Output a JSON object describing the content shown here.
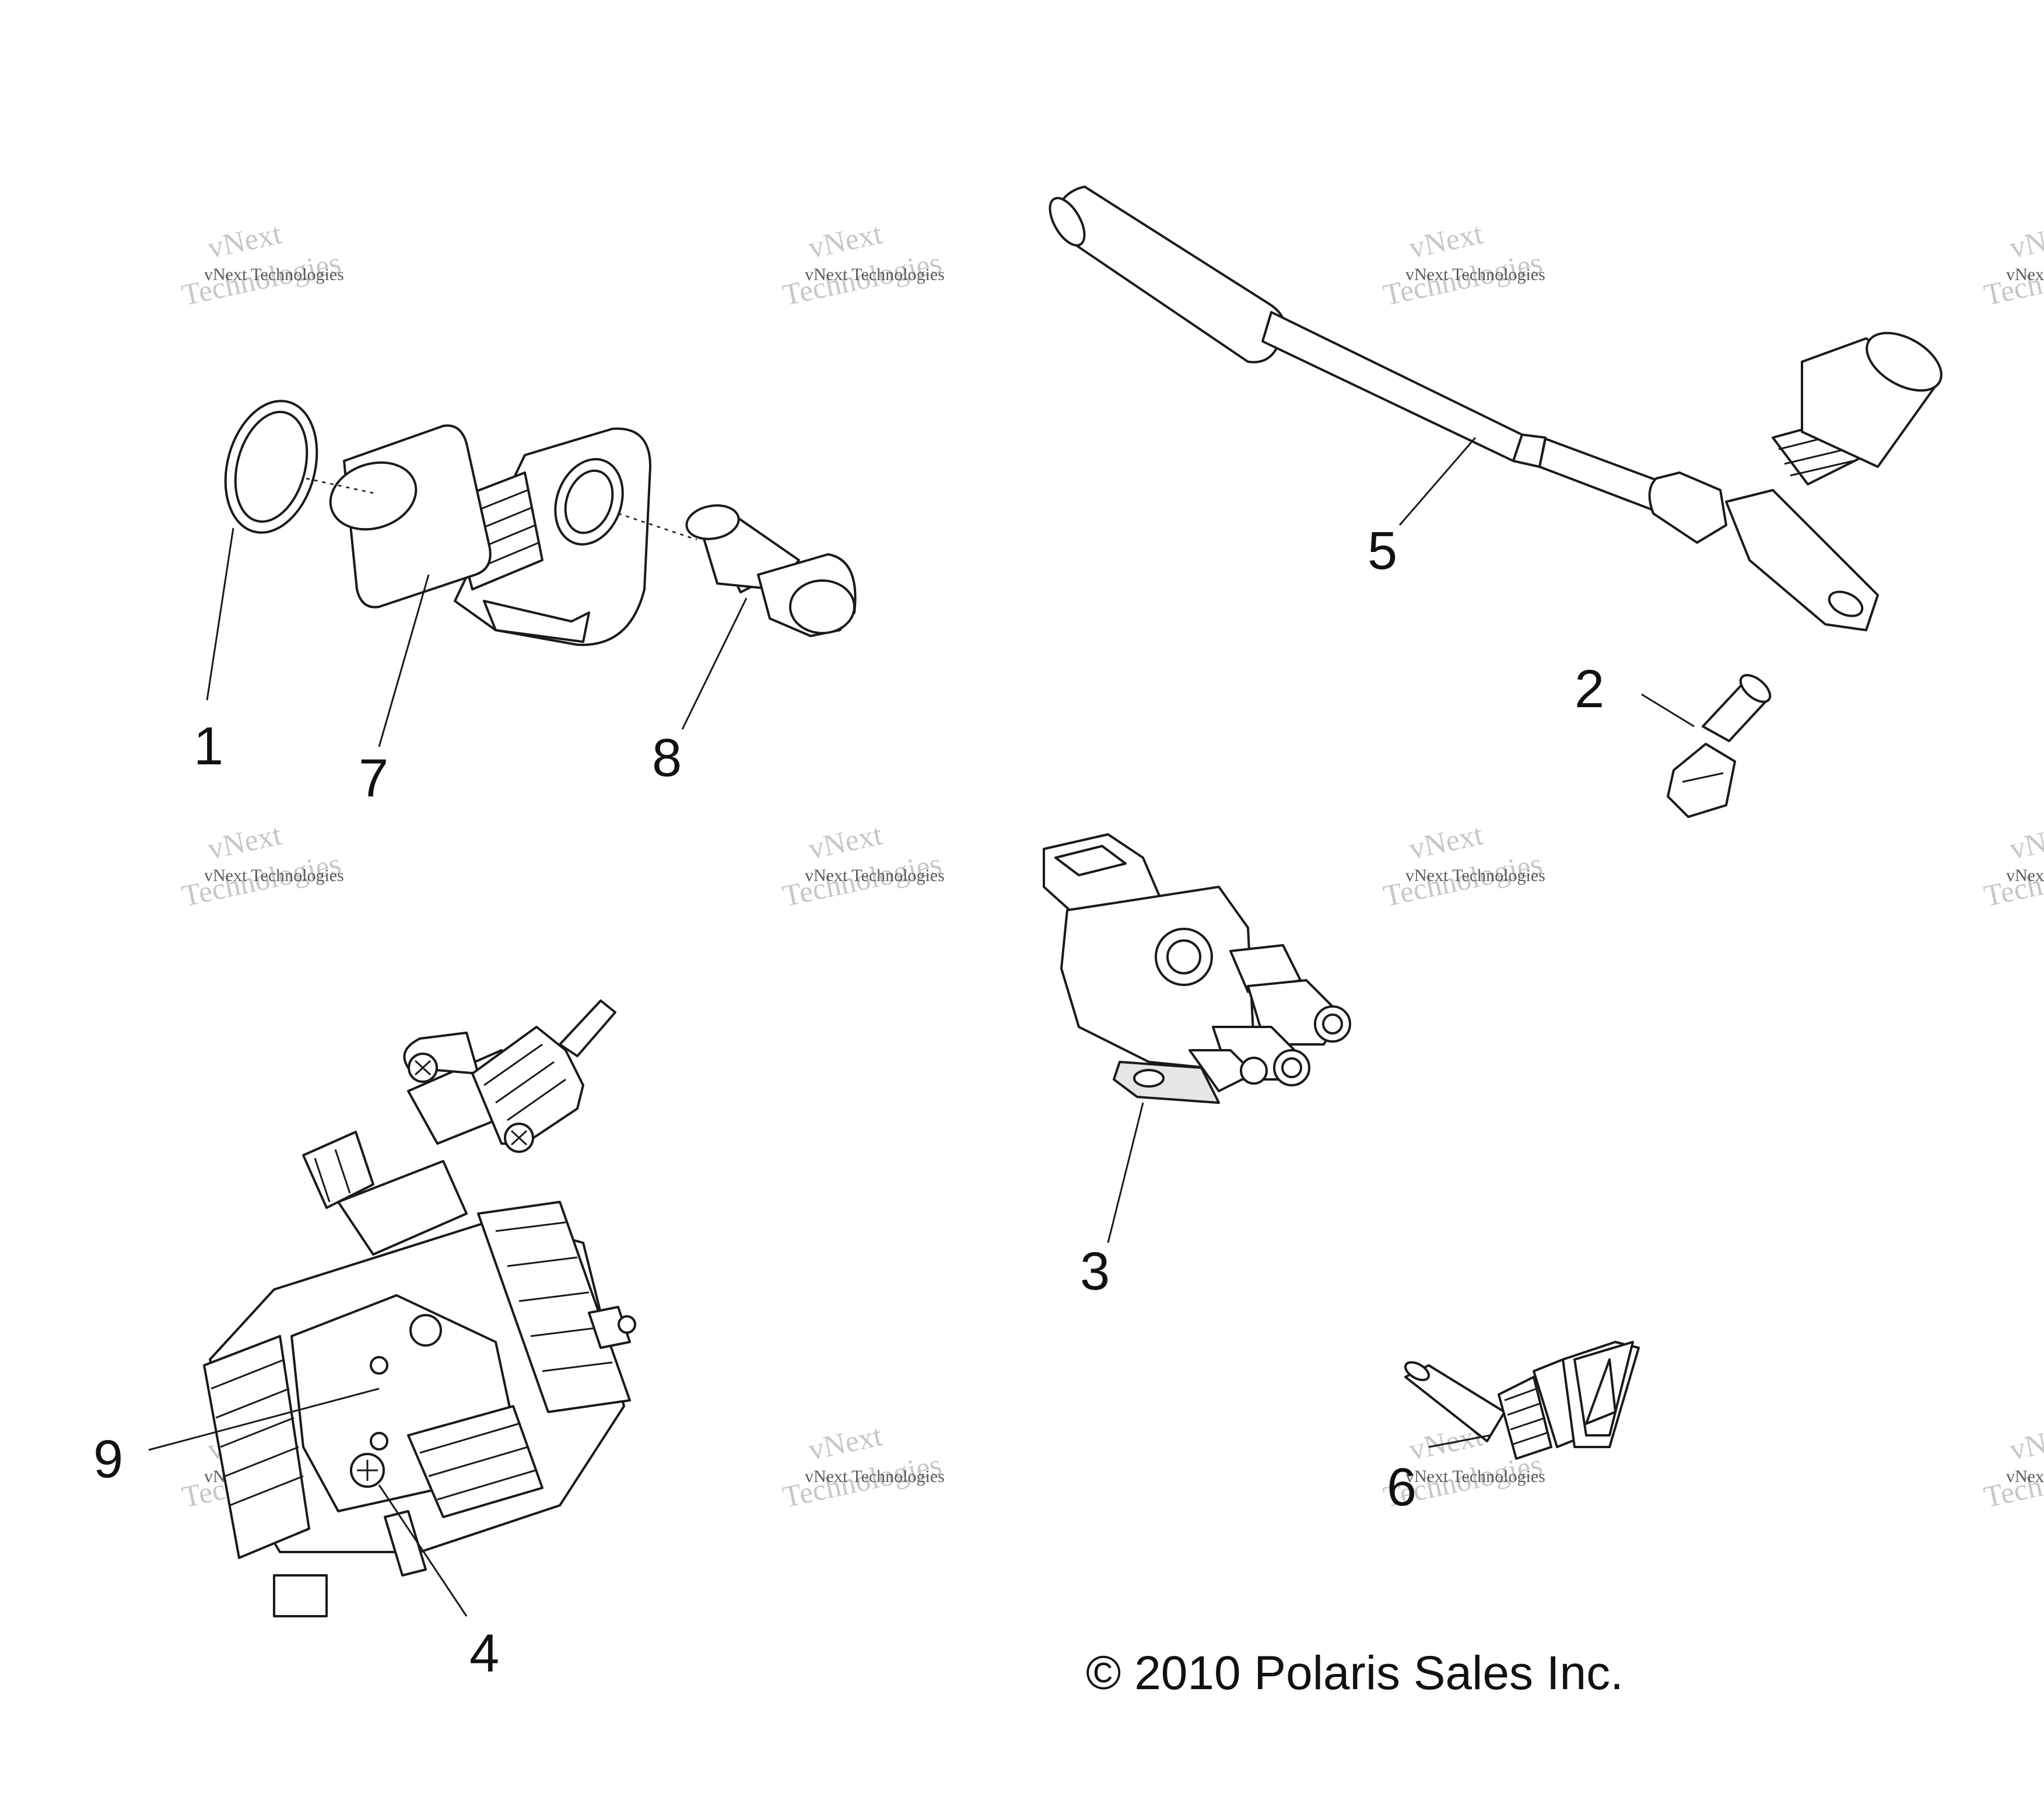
{
  "callouts": [
    {
      "id": "1",
      "label": "1"
    },
    {
      "id": "2",
      "label": "2"
    },
    {
      "id": "3",
      "label": "3"
    },
    {
      "id": "4",
      "label": "4"
    },
    {
      "id": "5",
      "label": "5"
    },
    {
      "id": "6",
      "label": "6"
    },
    {
      "id": "7",
      "label": "7"
    },
    {
      "id": "8",
      "label": "8"
    },
    {
      "id": "9",
      "label": "9"
    }
  ],
  "copyright": "© 2010 Polaris Sales Inc.",
  "watermark": {
    "line_small": "vNext Technologies",
    "line_big_top": "vNext",
    "line_big_bottom": "Technologies"
  },
  "colors": {
    "line": "#1a1a1a",
    "background": "#ffffff",
    "watermark": "#9a9a9a"
  }
}
